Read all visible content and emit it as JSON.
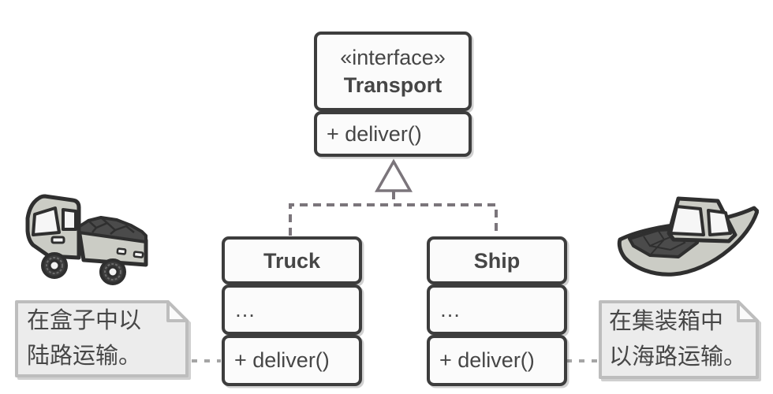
{
  "transport": {
    "stereotype": "«interface»",
    "name": "Transport",
    "method": "+ deliver()"
  },
  "truck": {
    "name": "Truck",
    "fields": "…",
    "method": "+ deliver()"
  },
  "ship": {
    "name": "Ship",
    "fields": "…",
    "method": "+ deliver()"
  },
  "truck_note": {
    "line1": "在盒子中以",
    "line2": "陆路运输。"
  },
  "ship_note": {
    "line1": "在集装箱中",
    "line2": "以海路运输。"
  },
  "icons": {
    "truck": "truck-illustration",
    "ship": "ship-illustration",
    "realization_arrow": "hollow-triangle-arrow",
    "note_shape": "folded-corner-note"
  },
  "colors": {
    "background": "#ffffff",
    "box_border": "#3d3d3d",
    "box_fill": "#fbfbfb",
    "text": "#464646",
    "inheritance_line": "#7b757b",
    "note_fill": "#ececec",
    "note_border": "#bdbdbd",
    "note_fold": "#fafafa",
    "note_text": "#474747",
    "note_connector": "#a5a5a5",
    "vehicle_body": "#cbccc5",
    "vehicle_outline": "#2f2f2f",
    "vehicle_window": "#f6f6f6",
    "cargo": "#4b4b4b"
  }
}
